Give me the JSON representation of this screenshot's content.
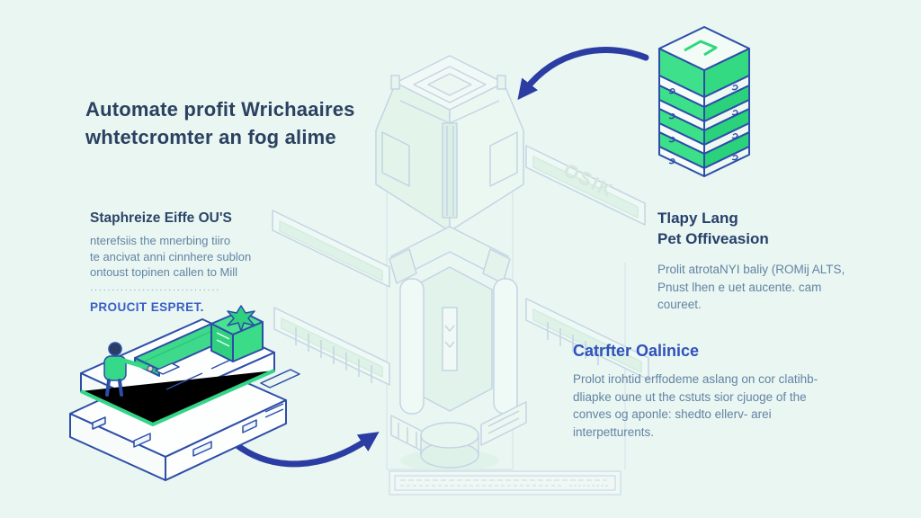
{
  "page": {
    "background": "#e9f6f2"
  },
  "title": {
    "line1": "Automate profit Wrichaaires",
    "line2": "whtetcromter an fog alime"
  },
  "left_panel": {
    "heading": "Staphreize Eiffe OU'S",
    "body_lines": [
      "nterefsiis the mnerbing tiiro",
      "te ancivat anni cinnhere sublon",
      "ontoust topinen callen to Mill"
    ],
    "separator_dots": "······························",
    "link_label": "PROUCIT ESPRET."
  },
  "right_top_panel": {
    "heading_line1": "Tlapy Lang",
    "heading_line2": "Pet Offiveasion",
    "body_lines": [
      "Prolit atrotaNYI baliy (ROMij ALTS,",
      "Pnust lhen e uet aucente. cam",
      "coureet."
    ]
  },
  "right_bottom_panel": {
    "heading": "Catrfter Oalinice",
    "body_lines": [
      "Prolot irohtid erffodeme aslang on cor clatihb-",
      "dliapke oune ut the cstuts sior cjuoge of the",
      "conves og aponle: shedto ellerv- arei",
      "interpetturents."
    ]
  },
  "center_illustration": {
    "label": "faded isometric automation machine",
    "watermark": "OSIK"
  },
  "stack_illustration": {
    "label": "green layered stack of crates"
  },
  "conveyor_illustration": {
    "label": "worker at conveyor platform"
  },
  "colors": {
    "accent_green": "#3be089",
    "accent_green_dark": "#2ad27c",
    "outline_blue": "#2d4da8",
    "arrow_blue": "#2b3da3",
    "heading_navy": "#2a4160",
    "body_text": "#6384a3",
    "link_blue": "#3a5ec6",
    "faded_stroke": "#9fb4d4"
  }
}
